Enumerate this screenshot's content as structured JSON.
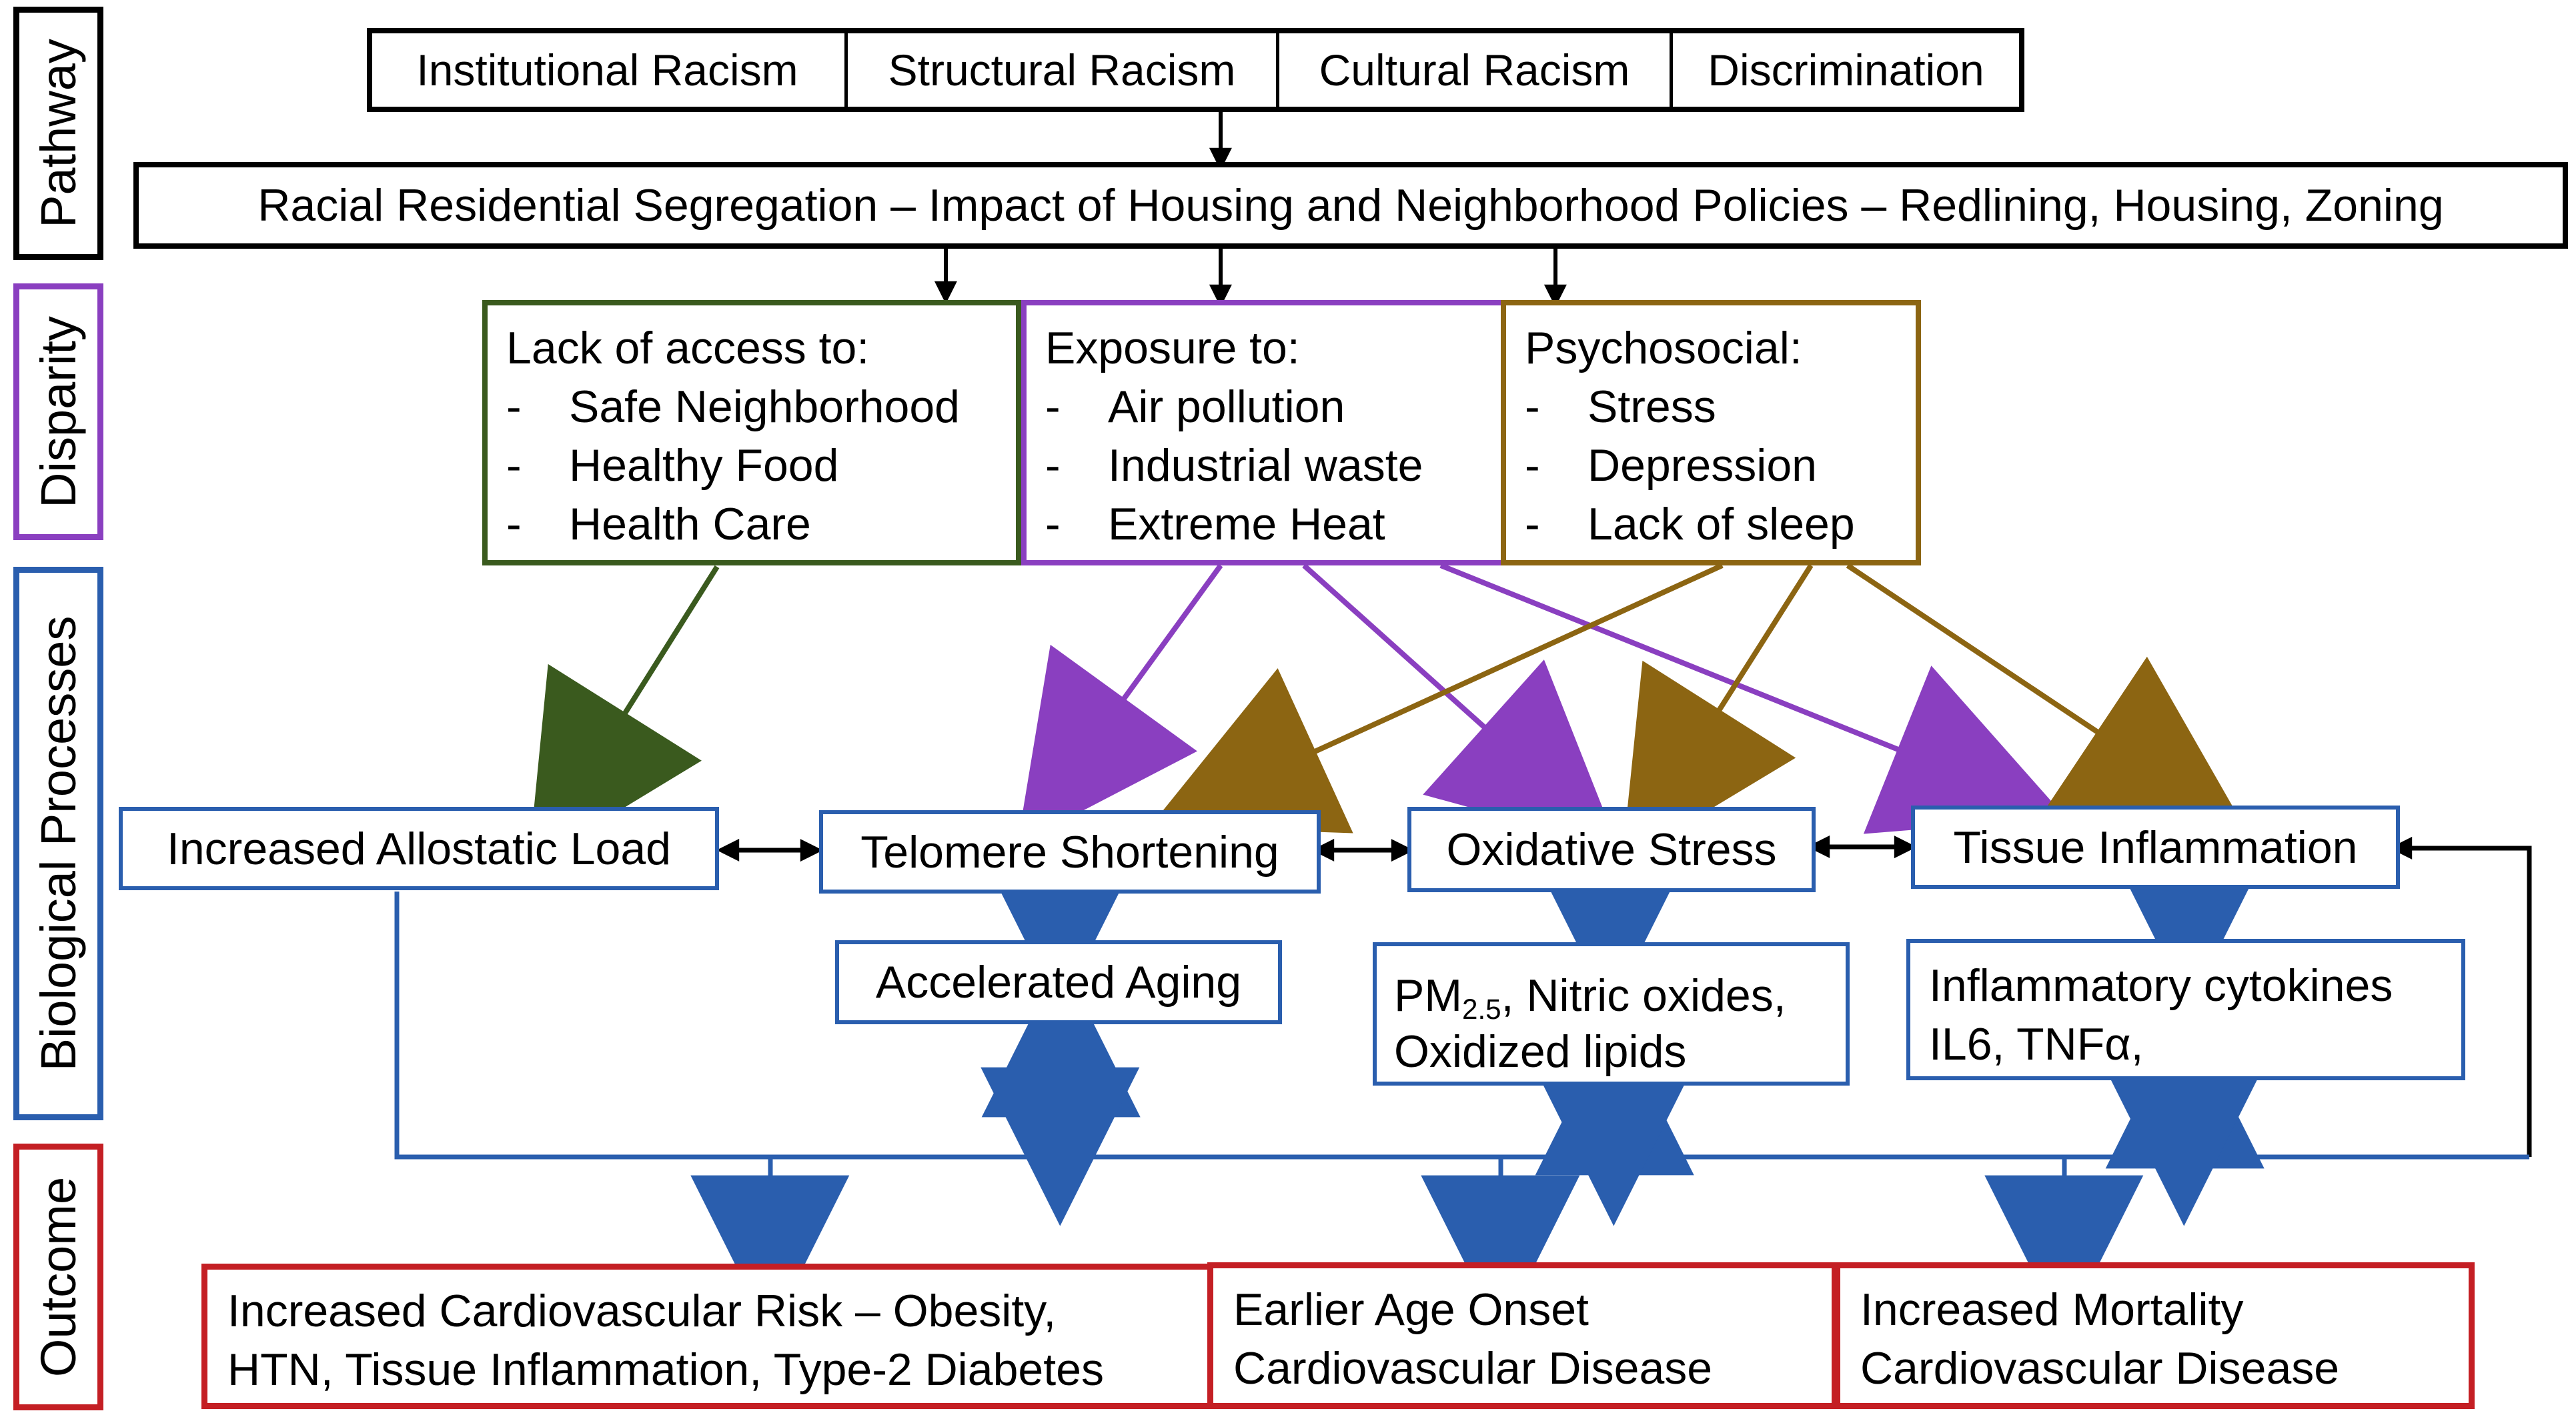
{
  "colors": {
    "black": "#000000",
    "green": "#3a5a1e",
    "purple": "#8a3fc0",
    "gold": "#8c6512",
    "blue": "#2a5eae",
    "red": "#c41f24"
  },
  "side_labels": {
    "pathway": "Pathway",
    "disparity": "Disparity",
    "biological": "Biological Processes",
    "outcome": "Outcome"
  },
  "racism": [
    "Institutional Racism",
    "Structural Racism",
    "Cultural Racism",
    "Discrimination"
  ],
  "segregation": "Racial Residential Segregation – Impact of Housing and Neighborhood Policies – Redlining, Housing, Zoning",
  "disparity": {
    "access": {
      "title": "Lack of access to:",
      "items": [
        "Safe Neighborhood",
        "Healthy Food",
        "Health Care"
      ]
    },
    "exposure": {
      "title": "Exposure to:",
      "items": [
        "Air pollution",
        "Industrial waste",
        "Extreme Heat"
      ]
    },
    "psychosocial": {
      "title": "Psychosocial:",
      "items": [
        "Stress",
        "Depression",
        "Lack of sleep"
      ]
    },
    "dash": "-"
  },
  "processes": {
    "allostatic": "Increased Allostatic Load",
    "telomere": "Telomere Shortening",
    "oxidative": "Oxidative Stress",
    "inflammation": "Tissue Inflammation"
  },
  "details": {
    "aging": "Accelerated Aging",
    "pm_prefix": "PM",
    "pm_sub": "2.5",
    "pm_rest": ", Nitric oxides,",
    "oxidized": "Oxidized lipids",
    "cytokines": "Inflammatory cytokines",
    "il6": "IL6, TNFα,"
  },
  "outcomes": {
    "risk": [
      "Increased Cardiovascular Risk – Obesity,",
      "HTN, Tissue Inflammation, Type-2 Diabetes"
    ],
    "onset": [
      "Earlier Age Onset",
      "Cardiovascular Disease"
    ],
    "mortality": [
      "Increased Mortality",
      "Cardiovascular Disease"
    ]
  }
}
